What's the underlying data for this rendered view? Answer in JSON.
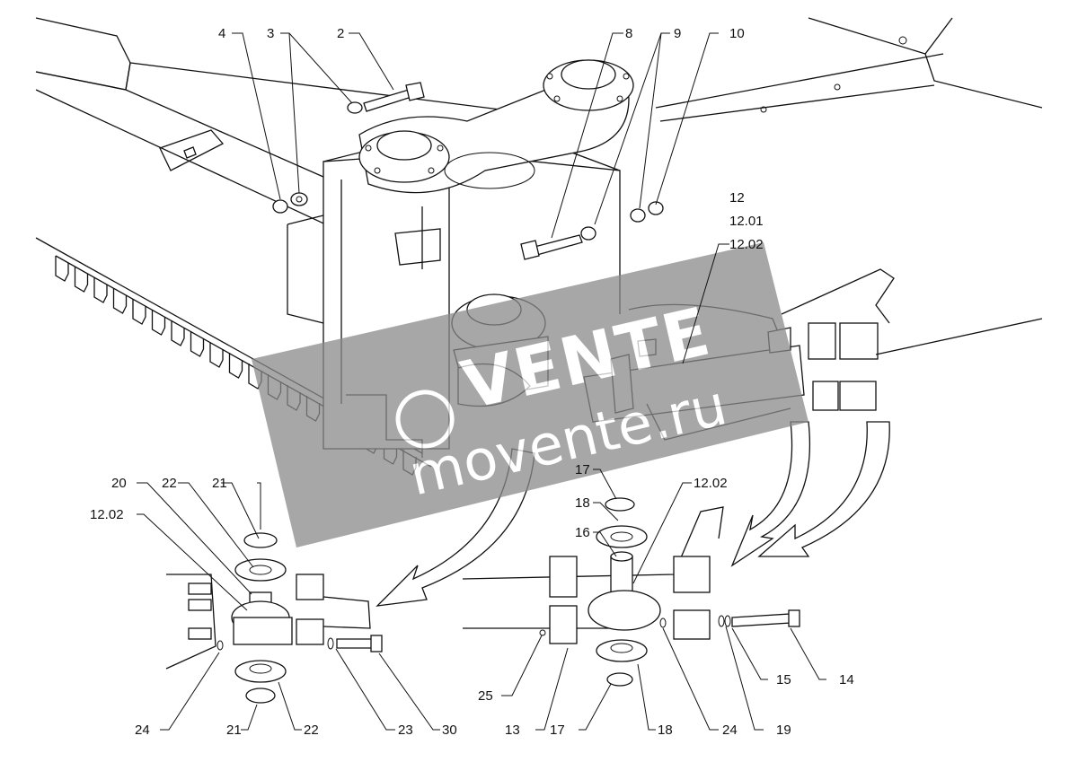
{
  "watermark": {
    "brand": "VENTE",
    "url": "movente.ru"
  },
  "callouts": {
    "c2": "2",
    "c3": "3",
    "c4": "4",
    "c8": "8",
    "c9": "9",
    "c10": "10",
    "c12": "12",
    "c12_01": "12.01",
    "c12_02_top": "12.02",
    "c20": "20",
    "c22_top": "22",
    "c21_top": "21",
    "c12_02_left": "12.02",
    "c17_top": "17",
    "c18_top": "18",
    "c16": "16",
    "c12_02_right": "12.02",
    "c24_left": "24",
    "c21_bottom": "21",
    "c22_bottom": "22",
    "c23": "23",
    "c30": "30",
    "c25": "25",
    "c13": "13",
    "c17_bottom": "17",
    "c18_bottom": "18",
    "c24_right": "24",
    "c19": "19",
    "c15": "15",
    "c14": "14"
  },
  "colors": {
    "line": "#111111",
    "watermark_band": "#8a8a8a",
    "background": "#ffffff"
  }
}
